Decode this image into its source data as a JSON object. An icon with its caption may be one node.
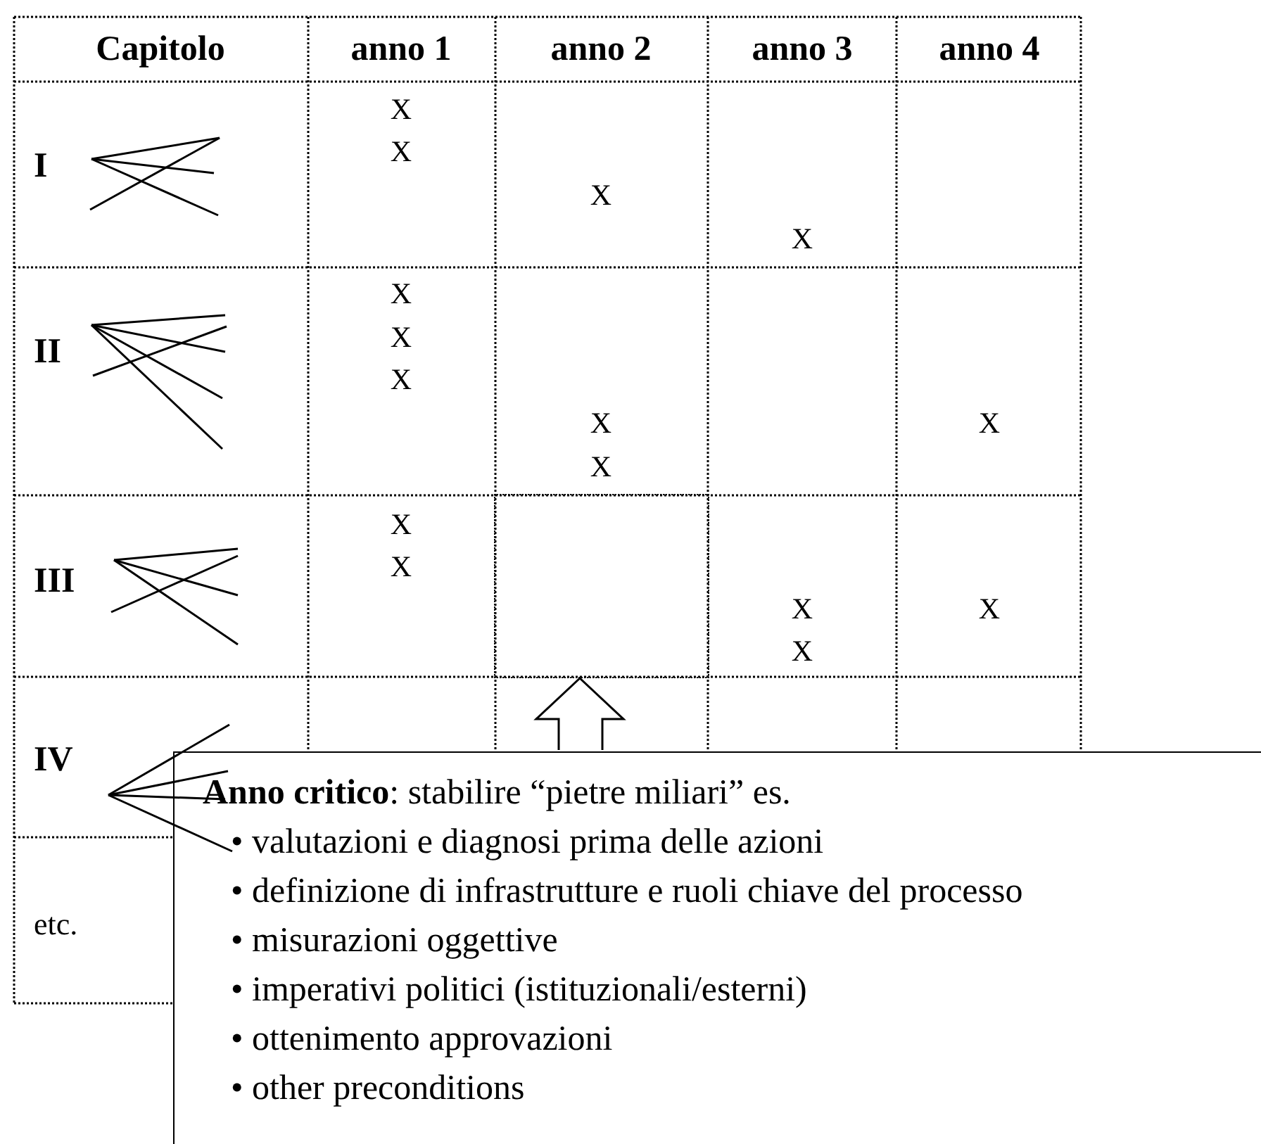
{
  "diagram": {
    "nodes": [
      {
        "text": [
          "**Anno critico**: stabilire “pietre miliari” es.",
          "• valutazioni e diagnosi prima delle azioni",
          "• definizione di infrastrutture e ruoli chiave del processo",
          "• misurazioni oggettive",
          "• imperativi politici (istituzionali/esterni)",
          "• ottenimento approvazioni",
          "• other preconditions"
        ]
      },
      {
        "text": [],
        "shape": "box"
      }
    ],
    "edges": [
      {
        "from": 0,
        "to": 1,
        "arrow": "to"
      }
    ],
    "labels": [
      "Capitolo",
      "anno 1",
      "anno  2",
      "anno 3",
      "anno 4",
      "I",
      "X",
      "X",
      "X",
      "X",
      "II",
      "X",
      "X",
      "X",
      "X",
      "X",
      "X",
      "III",
      "X",
      "X",
      "X",
      "X",
      "X",
      "IV",
      "etc."
    ]
  }
}
